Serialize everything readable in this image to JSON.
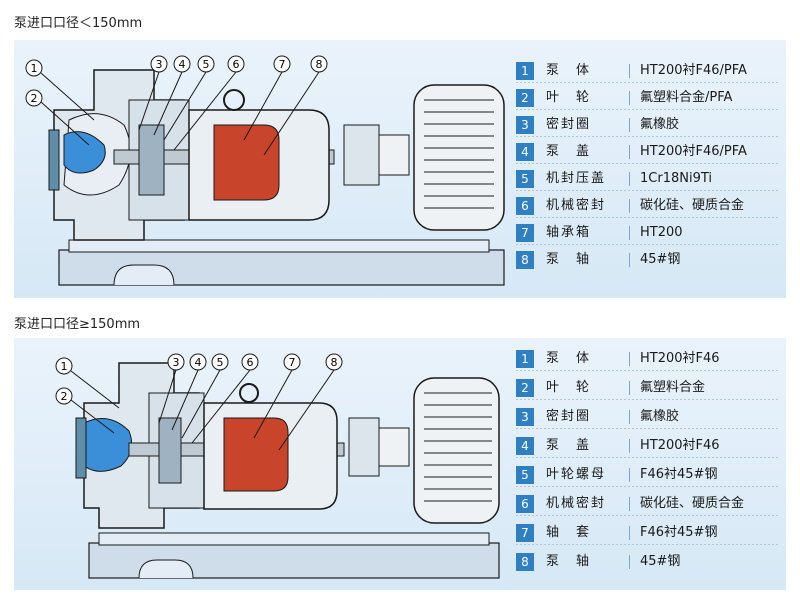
{
  "sections": [
    {
      "title": "泵进口口径＜150mm",
      "callouts": [
        "1",
        "2",
        "3",
        "4",
        "5",
        "6",
        "7",
        "8"
      ],
      "parts": [
        {
          "no": "1",
          "name": "泵　体",
          "material": "HT200衬F46/PFA"
        },
        {
          "no": "2",
          "name": "叶　轮",
          "material": "氟塑料合金/PFA"
        },
        {
          "no": "3",
          "name": "密封圈",
          "material": "氟橡胶"
        },
        {
          "no": "4",
          "name": "泵　盖",
          "material": "HT200衬F46/PFA"
        },
        {
          "no": "5",
          "name": "机封压盖",
          "material": "1Cr18Ni9Ti"
        },
        {
          "no": "6",
          "name": "机械密封",
          "material": "碳化硅、硬质合金"
        },
        {
          "no": "7",
          "name": "轴承箱",
          "material": "HT200"
        },
        {
          "no": "8",
          "name": "泵　轴",
          "material": "45#钢"
        }
      ]
    },
    {
      "title": "泵进口口径≥150mm",
      "callouts": [
        "1",
        "2",
        "3",
        "4",
        "5",
        "6",
        "7",
        "8"
      ],
      "parts": [
        {
          "no": "1",
          "name": "泵　体",
          "material": "HT200衬F46"
        },
        {
          "no": "2",
          "name": "叶　轮",
          "material": "氟塑料合金"
        },
        {
          "no": "3",
          "name": "密封圈",
          "material": "氟橡胶"
        },
        {
          "no": "4",
          "name": "泵　盖",
          "material": "HT200衬F46"
        },
        {
          "no": "5",
          "name": "叶轮螺母",
          "material": "F46衬45#钢"
        },
        {
          "no": "6",
          "name": "机械密封",
          "material": "碳化硅、硬质合金"
        },
        {
          "no": "7",
          "name": "轴　套",
          "material": "F46衬45#钢"
        },
        {
          "no": "8",
          "name": "泵　轴",
          "material": "45#钢"
        }
      ]
    }
  ],
  "colors": {
    "number_box": "#2f7fc1",
    "panel": "#dbeaf7",
    "drawing_line": "#1a1a1a",
    "bearing_red": "#c8442a",
    "lining_blue": "#3a8fd8"
  }
}
